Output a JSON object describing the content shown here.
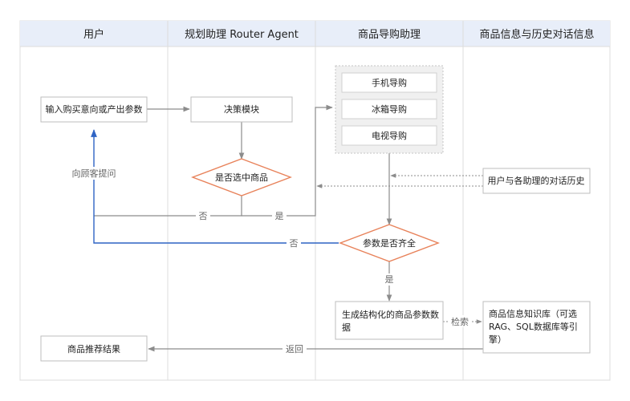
{
  "lanes": [
    {
      "title": "用户"
    },
    {
      "title": "规划助理 Router Agent"
    },
    {
      "title": "商品导购助理"
    },
    {
      "title": "商品信息与历史对话信息"
    }
  ],
  "nodes": {
    "input": "输入购买意向或产出参数",
    "decide": "决策模块",
    "select": "是否选中商品",
    "guide_phone": "手机导购",
    "guide_fridge": "冰箱导购",
    "guide_tv": "电视导购",
    "history": "用户与各助理的对话历史",
    "params_check": "参数是否齐全",
    "gen_line1": "生成结构化的商品参数数",
    "gen_line2": "据",
    "kb_line1": "商品信息知识库（可选",
    "kb_line2": "RAG、SQL数据库等引",
    "kb_line3": "擎）",
    "result": "商品推荐结果"
  },
  "labels": {
    "ask_customer": "向顾客提问",
    "no": "否",
    "yes": "是",
    "search": "检索",
    "return": "返回"
  },
  "colors": {
    "header_bg": "#e8eef9",
    "grid": "#dcdcdc",
    "diamond_stroke": "#e8825a",
    "blue_edge": "#2f64c4",
    "gray_edge": "#8c8c8c"
  }
}
